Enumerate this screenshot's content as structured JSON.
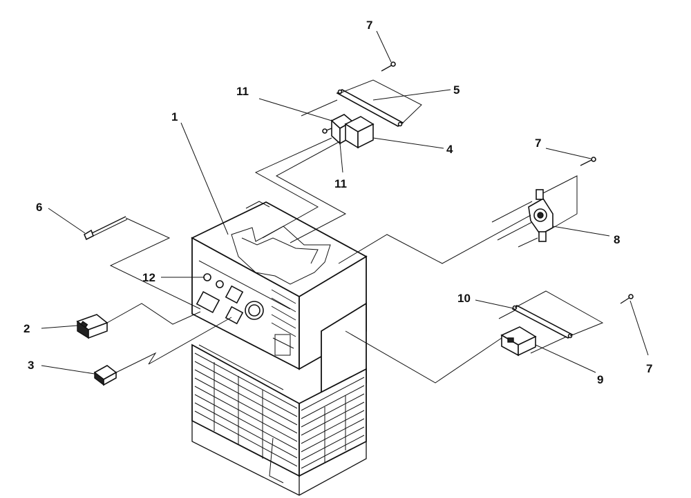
{
  "callouts": [
    {
      "id": "1",
      "label": "1"
    },
    {
      "id": "2",
      "label": "2"
    },
    {
      "id": "3",
      "label": "3"
    },
    {
      "id": "4",
      "label": "4"
    },
    {
      "id": "5",
      "label": "5"
    },
    {
      "id": "6",
      "label": "6"
    },
    {
      "id": "7a",
      "label": "7"
    },
    {
      "id": "7b",
      "label": "7"
    },
    {
      "id": "7c",
      "label": "7"
    },
    {
      "id": "8",
      "label": "8"
    },
    {
      "id": "9",
      "label": "9"
    },
    {
      "id": "10",
      "label": "10"
    },
    {
      "id": "11a",
      "label": "11"
    },
    {
      "id": "11b",
      "label": "11"
    },
    {
      "id": "12",
      "label": "12"
    }
  ]
}
